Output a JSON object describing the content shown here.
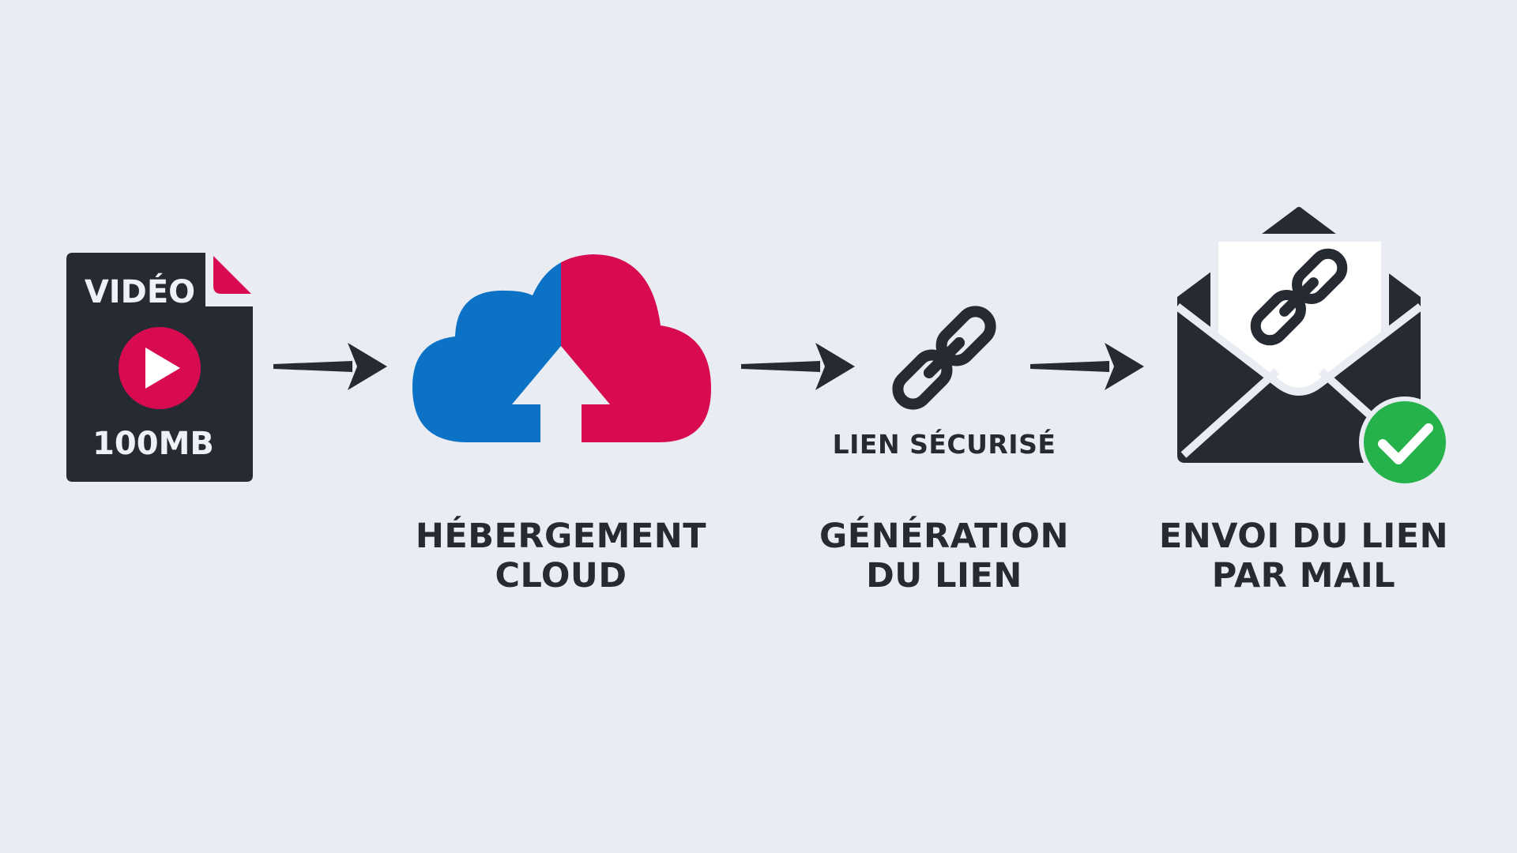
{
  "diagram": {
    "step1": {
      "type_label": "VIDÉO",
      "size_label": "100MB",
      "icon": "video-file-icon"
    },
    "step2": {
      "caption_line1": "HÉBERGEMENT",
      "caption_line2": "CLOUD",
      "icon": "cloud-upload-icon"
    },
    "step3": {
      "link_label": "LIEN SÉCURISÉ",
      "caption_line1": "GÉNÉRATION",
      "caption_line2": "DU LIEN",
      "icon": "link-icon"
    },
    "step4": {
      "caption_line1": "ENVOI DU LIEN",
      "caption_line2": "PAR MAIL",
      "icon": "envelope-link-icon",
      "badge_icon": "check-icon"
    },
    "colors": {
      "background": "#e9edf3",
      "dark": "#262a33",
      "blue": "#0b72c6",
      "red": "#d80b50",
      "green": "#26b24b"
    }
  }
}
